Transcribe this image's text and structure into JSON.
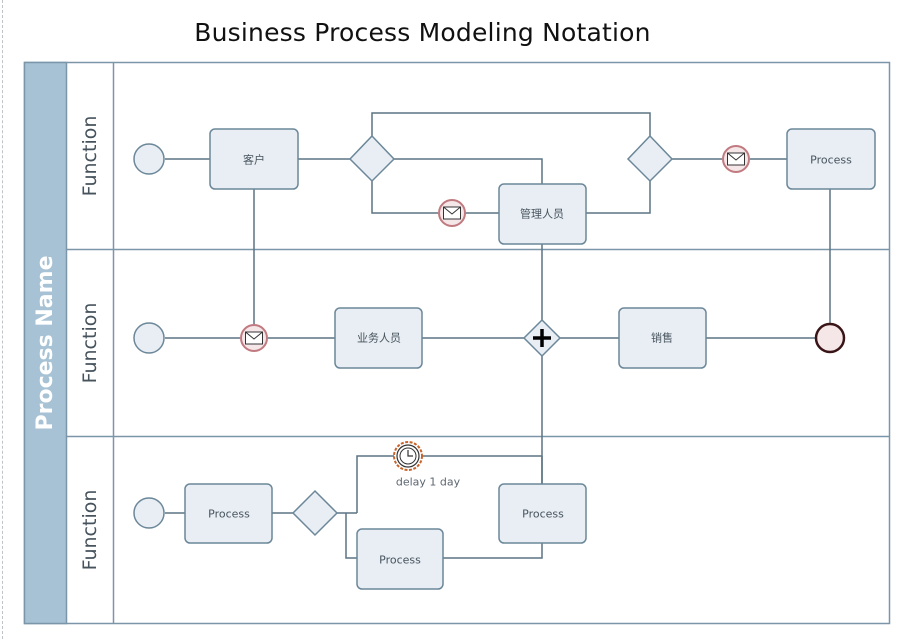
{
  "title": "Business Process Modeling Notation",
  "pool": {
    "name": "Process Name"
  },
  "lanes": [
    {
      "label": "Function"
    },
    {
      "label": "Function"
    },
    {
      "label": "Function"
    }
  ],
  "tasks": {
    "customer": "客户",
    "manager": "管理人员",
    "process_top_right": "Process",
    "salesperson": "业务人员",
    "sales": "销售",
    "process_bottom_left": "Process",
    "process_bottom_right": "Process",
    "process_bottom_middle": "Process"
  },
  "annotations": {
    "timer_label": "delay 1 day"
  },
  "colors": {
    "pool_header": "#a7c2d4",
    "lane_border": "#7a96a8",
    "shape_fill": "#e8eef4",
    "shape_stroke": "#6b8799",
    "message_stroke": "#c07a80",
    "end_event_stroke": "#3a1518",
    "end_event_fill": "#f5e6e8",
    "timer_stroke": "#c8642a"
  }
}
